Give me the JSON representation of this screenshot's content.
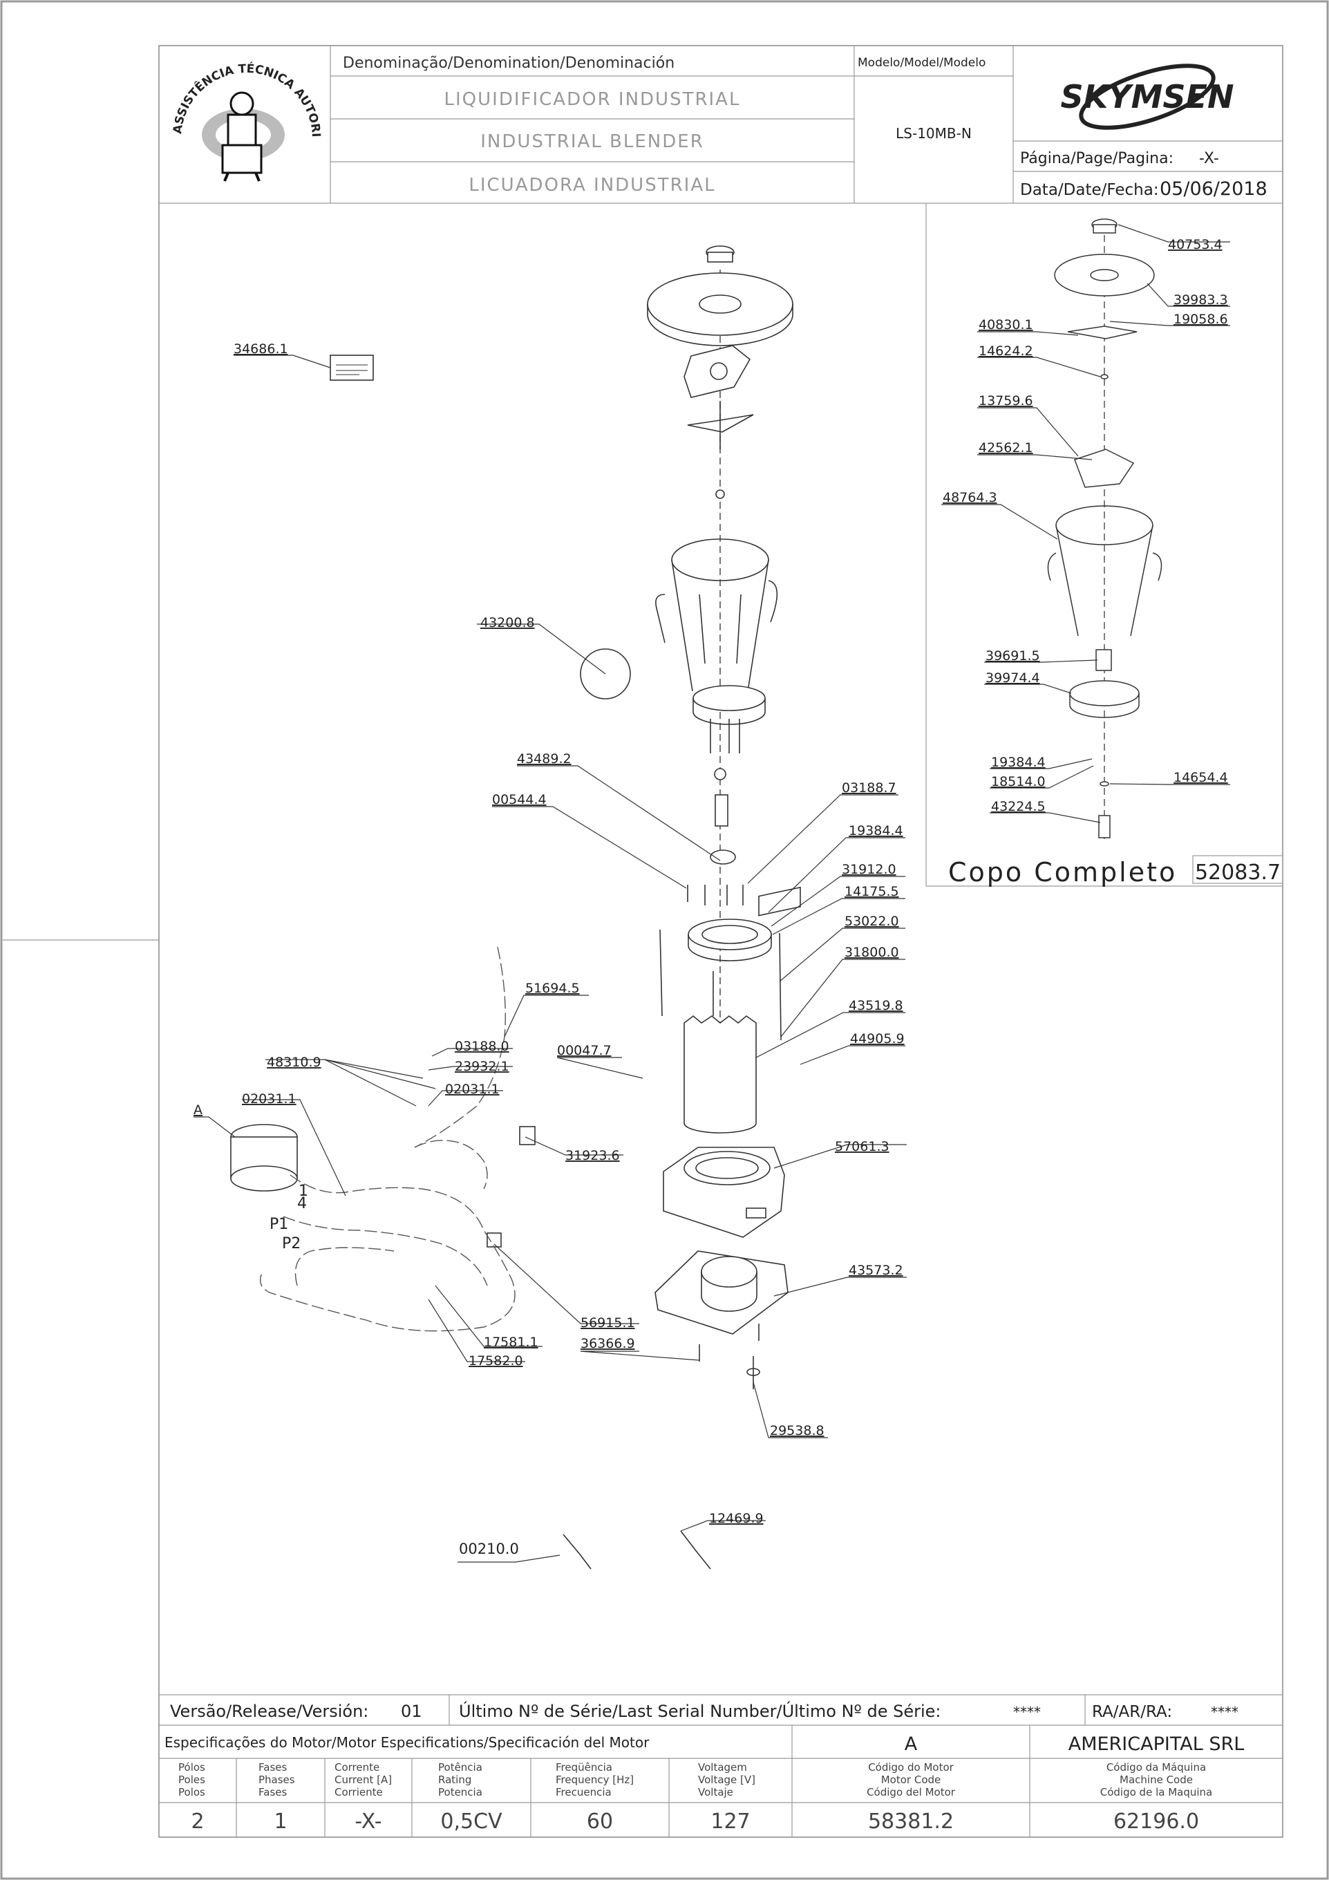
{
  "title_block": {
    "denomination_header": "Denominação/Denomination/Denominación",
    "model_header": "Modelo/Model/Modelo",
    "name_pt": "LIQUIDIFICADOR INDUSTRIAL",
    "name_en": "INDUSTRIAL BLENDER",
    "name_es": "LICUADORA INDUSTRIAL",
    "model": "LS-10MB-N",
    "brand": "SKYMSEN",
    "page_label": "Página/Page/Pagina:",
    "page_value": "-X-",
    "date_label": "Data/Date/Fecha:",
    "date_value": "05/06/2018",
    "seal_text": "ASSISTÊNCIA TÉCNICA AUTORIZADA"
  },
  "diagram": {
    "part_labels": [
      "34686.1",
      "43200.8",
      "43489.2",
      "00544.4",
      "03188.7",
      "19384.4",
      "31912.0",
      "14175.5",
      "53022.0",
      "31800.0",
      "51694.5",
      "43519.8",
      "44905.9",
      "00047.7",
      "48310.9",
      "03188.0",
      "23932.1",
      "02031.1",
      "02031.1",
      "A",
      "31923.6",
      "57061.3",
      "43573.2",
      "56915.1",
      "36366.9",
      "17581.1",
      "17582.0",
      "29538.8",
      "12469.9",
      "00210.0"
    ],
    "wire_labels": [
      "1",
      "4",
      "P1",
      "P2"
    ]
  },
  "inset": {
    "part_labels": [
      "40753.4",
      "39983.3",
      "19058.6",
      "40830.1",
      "14624.2",
      "13759.6",
      "42562.1",
      "48764.3",
      "39691.5",
      "39974.4",
      "19384.4",
      "18514.0",
      "14654.4",
      "43224.5"
    ],
    "title": "Copo Completo",
    "code": "52083.7"
  },
  "footer": {
    "version_label": "Versão/Release/Versión:",
    "version_value": "01",
    "serial_label": "Último Nº de Série/Last Serial Number/Último Nº de Série:",
    "serial_value": "****",
    "ra_label": "RA/AR/RA:",
    "ra_value": "****",
    "motor_spec_label": "Especificações do Motor/Motor Especifications/Specificación del Motor",
    "motor_variant": "A",
    "company": "AMERICAPITAL SRL",
    "col_headers": [
      [
        "Pólos",
        "Poles",
        "Polos"
      ],
      [
        "Fases",
        "Phases",
        "Fases"
      ],
      [
        "Corrente",
        "Current [A]",
        "Corriente"
      ],
      [
        "Potência",
        "Rating",
        "Potencia"
      ],
      [
        "Freqüência",
        "Frequency [Hz]",
        "Frecuencia"
      ],
      [
        "Voltagem",
        "Voltage [V]",
        "Voltaje"
      ],
      [
        "Código do Motor",
        "Motor Code",
        "Código del Motor"
      ],
      [
        "Código da Máquina",
        "Machine Code",
        "Código de la Maquina"
      ]
    ],
    "values": [
      "2",
      "1",
      "-X-",
      "0,5CV",
      "60",
      "127",
      "58381.2",
      "62196.0"
    ]
  }
}
